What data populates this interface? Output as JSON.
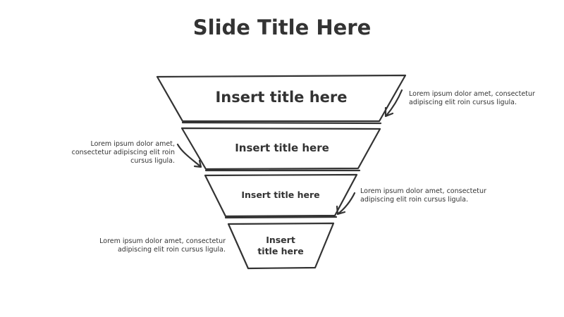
{
  "slide": {
    "title": "Slide Title Here"
  },
  "funnel": {
    "levels": [
      {
        "title": "Insert title here",
        "description": "Lorem ipsum dolor amet, consectetur adipiscing elit roin cursus ligula."
      },
      {
        "title": "Insert title here",
        "description": "Lorem ipsum dolor amet, consectetur adipiscing elit roin cursus ligula."
      },
      {
        "title": "Insert title here",
        "description": "Lorem ipsum dolor amet, consectetur adipiscing elit roin cursus ligula."
      },
      {
        "title": "Insert\ntitle here",
        "description": "Lorem ipsum dolor amet, consectetur adipiscing elit roin cursus ligula."
      }
    ]
  },
  "colors": {
    "stroke": "#333333",
    "text": "#333333",
    "background": "#ffffff"
  }
}
